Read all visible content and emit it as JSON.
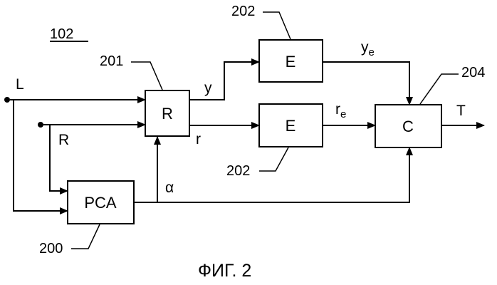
{
  "diagram": {
    "figure_number": "102",
    "caption": "ФИГ. 2",
    "blocks": {
      "R": "R",
      "E_top": "E",
      "E_bottom": "E",
      "C": "C",
      "PCA": "PCA"
    },
    "refs": {
      "r201": "201",
      "r202_top": "202",
      "r202_bottom": "202",
      "r204": "204",
      "r200": "200"
    },
    "signals": {
      "L": "L",
      "R_in": "R",
      "y": "y",
      "r": "r",
      "ye_main": "y",
      "ye_sub": "e",
      "re_main": "r",
      "re_sub": "e",
      "T": "T",
      "alpha": "α"
    }
  }
}
